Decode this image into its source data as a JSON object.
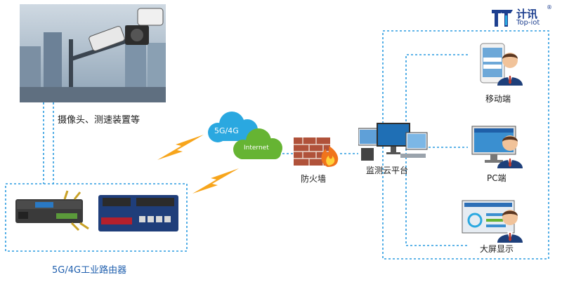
{
  "brand": {
    "name_cn": "计讯",
    "name_en": "Top-iot",
    "registered": "®"
  },
  "labels": {
    "camera": "摄像头、测速装置等",
    "router": "5G/4G工业路由器",
    "cloud_top": "5G/4G",
    "cloud_bottom": "Internet",
    "firewall": "防火墙",
    "platform": "监测云平台",
    "mobile": "移动端",
    "pc": "PC端",
    "bigscreen": "大屏显示"
  }
}
